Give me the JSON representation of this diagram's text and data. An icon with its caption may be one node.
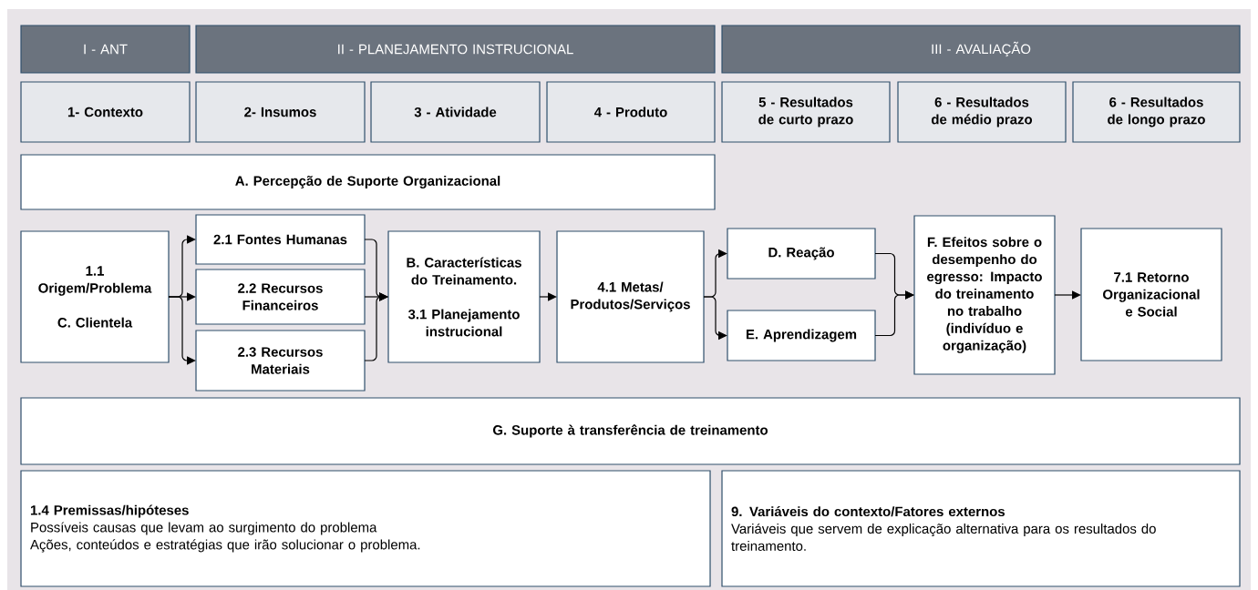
{
  "diagram": {
    "nodes": [
      {
        "text": [
          "I - ANT"
        ]
      },
      {
        "text": [
          "II - PLANEJAMENTO INSTRUCIONAL"
        ]
      },
      {
        "text": [
          "III - AVALIAÇÃO"
        ]
      },
      {
        "text": [
          "1- Contexto"
        ]
      },
      {
        "text": [
          "2- Insumos"
        ]
      },
      {
        "text": [
          "3 - Atividade"
        ]
      },
      {
        "text": [
          "4 - Produto"
        ]
      },
      {
        "text": [
          "5 - Resultados de curto prazo"
        ]
      },
      {
        "text": [
          "6 - Resultados de médio prazo"
        ]
      },
      {
        "text": [
          "6 - Resultados de longo prazo"
        ]
      },
      {
        "text": [
          "A. Percepção de Suporte Organizacional"
        ]
      },
      {
        "text": [
          "1.1 Origem/Problema",
          "C. Clientela"
        ]
      },
      {
        "text": [
          "2.1 Fontes Humanas"
        ]
      },
      {
        "text": [
          "2.2 Recursos Financeiros"
        ]
      },
      {
        "text": [
          "2.3 Recursos Materiais"
        ]
      },
      {
        "text": [
          "B. Características do Treinamento.",
          "3.1 Planejamento instrucional"
        ]
      },
      {
        "text": [
          "4.1 Metas/ Produtos/Serviços"
        ]
      },
      {
        "text": [
          "D. Reação"
        ]
      },
      {
        "text": [
          "E. Aprendizagem"
        ]
      },
      {
        "text": [
          "F. Efeitos sobre o desempenho do egresso: Impacto do treinamento no trabalho (indivíduo e organização)"
        ]
      },
      {
        "text": [
          "7.1 Retorno Organizacional e Social"
        ]
      },
      {
        "text": [
          "G. Suporte à transferência de treinamento"
        ]
      },
      {
        "text": [
          "1.4 Premissas/hipóteses",
          "Possíveis causas que levam ao surgimento do problema",
          "Ações, conteúdos e estratégias que irão solucionar o problema."
        ]
      },
      {
        "text": [
          "9. Variáveis do contexto/Fatores externos",
          "Variáveis que servem de explicação alternativa para os resultados do treinamento."
        ]
      }
    ],
    "edges": [
      {
        "from": 11,
        "to": 12,
        "arrow": "to"
      },
      {
        "from": 11,
        "to": 13,
        "arrow": "to"
      },
      {
        "from": 11,
        "to": 14,
        "arrow": "to"
      },
      {
        "from": 12,
        "to": 15,
        "arrow": "to"
      },
      {
        "from": 13,
        "to": 15,
        "arrow": "to"
      },
      {
        "from": 14,
        "to": 15,
        "arrow": "to"
      },
      {
        "from": 15,
        "to": 16,
        "arrow": "to"
      },
      {
        "from": 16,
        "to": 17,
        "arrow": "to"
      },
      {
        "from": 16,
        "to": 18,
        "arrow": "to"
      },
      {
        "from": 17,
        "to": 19,
        "arrow": "to"
      },
      {
        "from": 18,
        "to": 19,
        "arrow": "to"
      },
      {
        "from": 19,
        "to": 20,
        "arrow": "to"
      }
    ]
  }
}
